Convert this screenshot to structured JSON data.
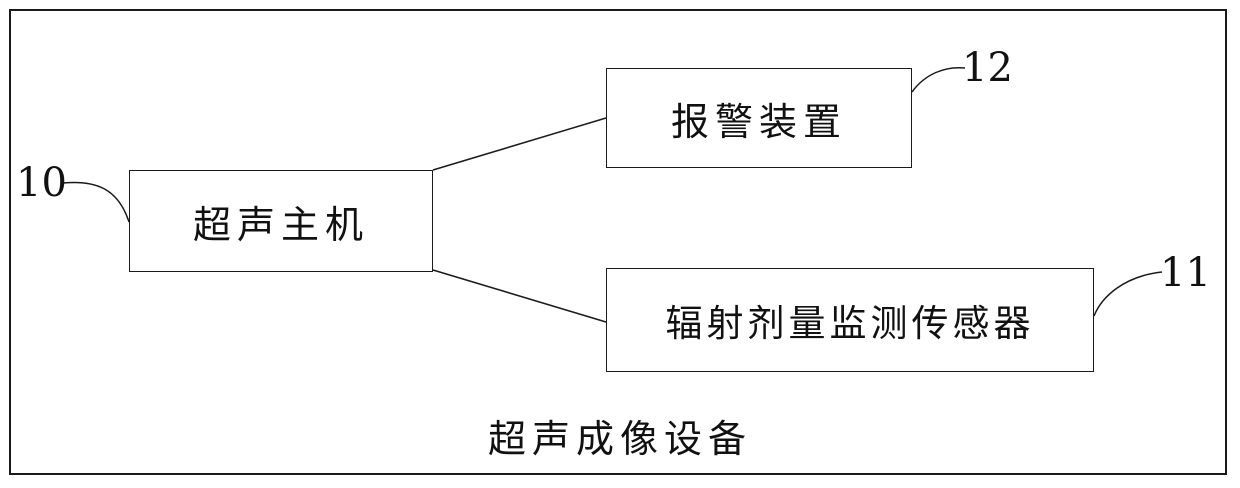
{
  "diagram": {
    "caption": "超声成像设备",
    "nodes": {
      "host": {
        "label": "超声主机",
        "ref": "10"
      },
      "alarm": {
        "label": "报警装置",
        "ref": "12"
      },
      "sensor": {
        "label": "辐射剂量监测传感器",
        "ref": "11"
      }
    },
    "edges": [
      {
        "from": "host",
        "to": "alarm"
      },
      {
        "from": "host",
        "to": "sensor"
      }
    ],
    "colors": {
      "line": "#1a1a1a",
      "background": "#ffffff"
    }
  }
}
